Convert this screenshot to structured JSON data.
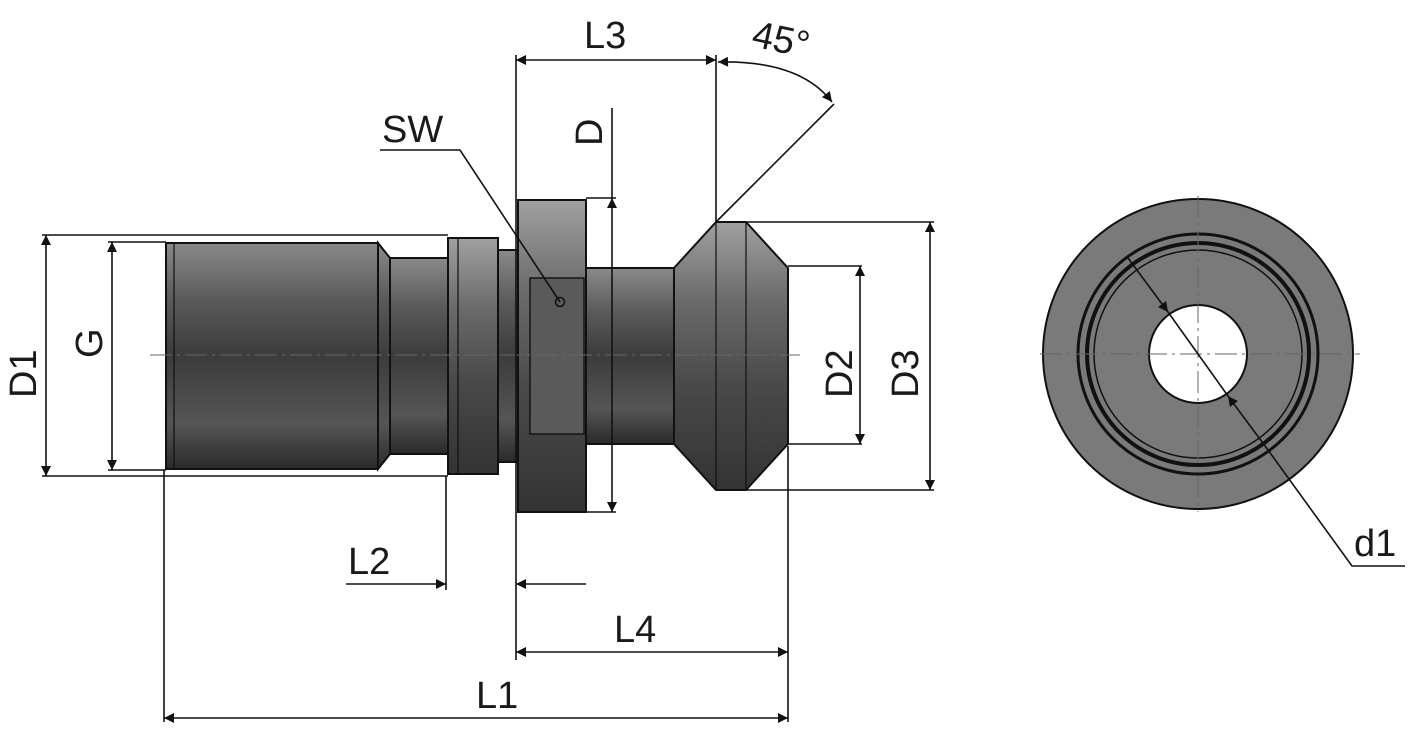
{
  "colors": {
    "body_dark": "#3a3a3a",
    "body_mid": "#6e6e6e",
    "end_face": "#7a7a7a",
    "line": "#111111",
    "background": "#ffffff"
  },
  "labels": {
    "L1": "L1",
    "L2": "L2",
    "L3": "L3",
    "L4": "L4",
    "D": "D",
    "D1": "D1",
    "D2": "D2",
    "D3": "D3",
    "G": "G",
    "SW": "SW",
    "d1": "d1",
    "angle": "45°"
  }
}
